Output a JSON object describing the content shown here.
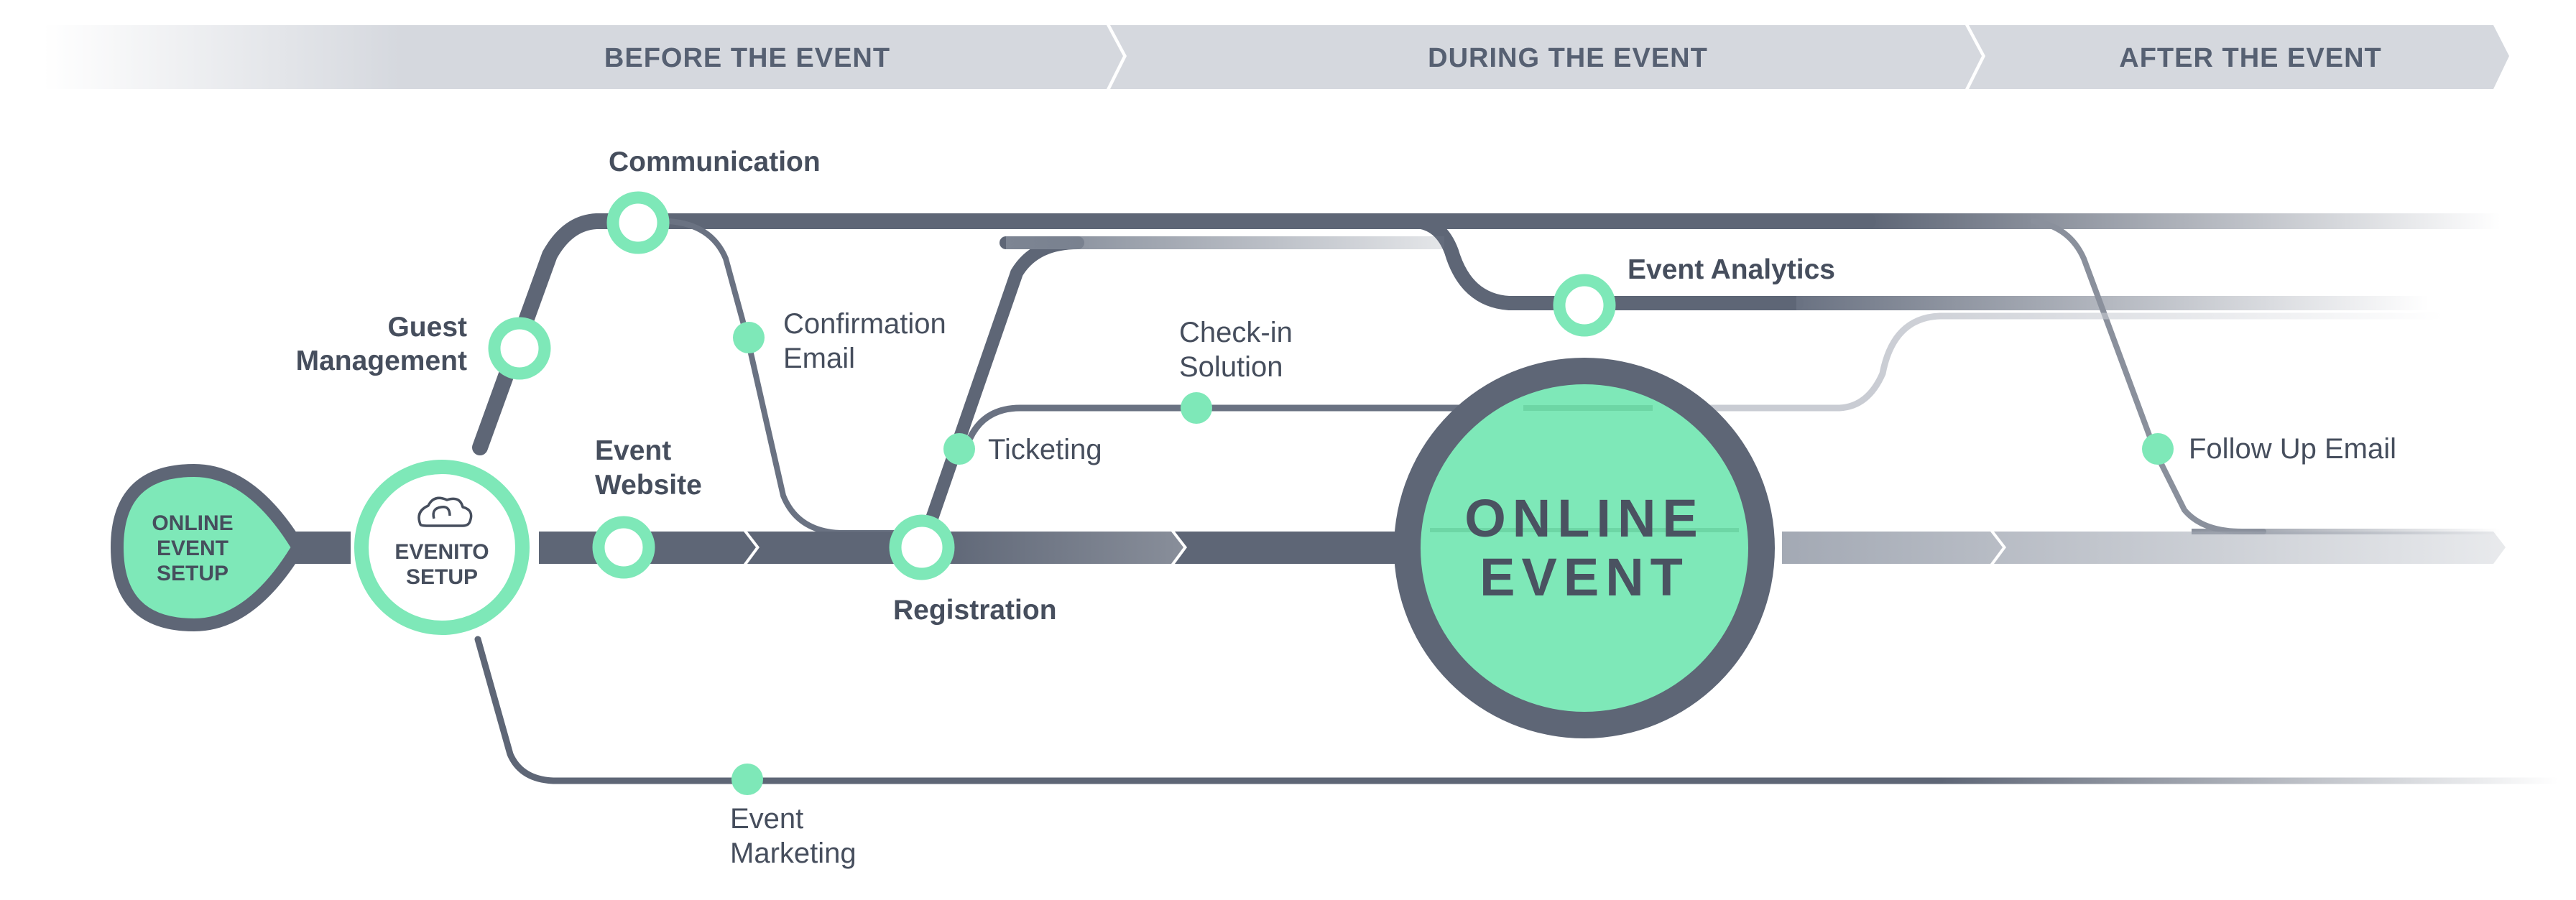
{
  "phases": {
    "before": "BEFORE THE EVENT",
    "during": "DURING THE EVENT",
    "after": "AFTER THE EVENT"
  },
  "start": {
    "line1": "ONLINE",
    "line2": "EVENT",
    "line3": "SETUP"
  },
  "hub": {
    "line1": "EVENITO",
    "line2": "SETUP",
    "icon": "cloud-icon"
  },
  "stations": {
    "communication": "Communication",
    "guest_management_1": "Guest",
    "guest_management_2": "Management",
    "event_website_1": "Event",
    "event_website_2": "Website",
    "registration": "Registration",
    "event_analytics": "Event Analytics"
  },
  "stops": {
    "confirmation_email_1": "Confirmation",
    "confirmation_email_2": "Email",
    "check_in_1": "Check-in",
    "check_in_2": "Solution",
    "ticketing": "Ticketing",
    "follow_up_email": "Follow Up Email",
    "event_marketing_1": "Event",
    "event_marketing_2": "Marketing"
  },
  "center": {
    "line1": "ONLINE",
    "line2": "EVENT"
  },
  "colors": {
    "accent": "#7ee8b8",
    "track": "#5e6676",
    "phase_bar": "#d5d8de",
    "text": "#464e5d"
  }
}
